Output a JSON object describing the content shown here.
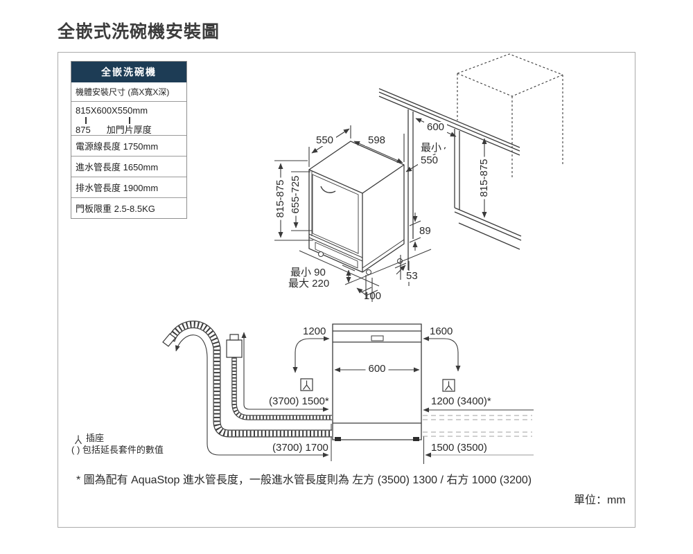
{
  "title": "全嵌式洗碗機安裝圖",
  "spec_table": {
    "header": "全嵌洗碗機",
    "row_size_label": "機體安裝尺寸 (高X寬X深)",
    "row_size_value": "815X600X550mm",
    "row_size_alt": "875",
    "row_size_alt_label": "加門片厚度",
    "row_power": "電源線長度 1750mm",
    "row_inlet": "進水管長度 1650mm",
    "row_drain": "排水管長度 1900mm",
    "row_door": "門板限重 2.5-8.5KG"
  },
  "top_diagram": {
    "depth": "550",
    "width": "598",
    "height_range_left": "815-875",
    "door_height_range": "655-725",
    "niche_width": "600",
    "niche_depth_min_label": "最小",
    "niche_depth_min_value": "550",
    "niche_height_range": "815-875",
    "rear_gap": "89",
    "foot_offset": "53",
    "plinth_min": "最小 90",
    "plinth_max": "最大 220",
    "foot_depth": "100"
  },
  "bottom_diagram": {
    "cord_left": "1200",
    "cord_right": "1600",
    "width": "600",
    "inlet_left": "(3700) 1500*",
    "inlet_right": "1200 (3400)*",
    "drain_left": "(3700) 1700",
    "drain_right": "1500 (3500)"
  },
  "legend": {
    "socket": "插座",
    "paren_note": "( ) 包括延長套件的數值"
  },
  "footnote": "* 圖為配有 AquaStop 進水管長度，一般進水管長度則為 左方 (3500) 1300 / 右方 1000 (3200)",
  "unit_note": "單位：mm"
}
